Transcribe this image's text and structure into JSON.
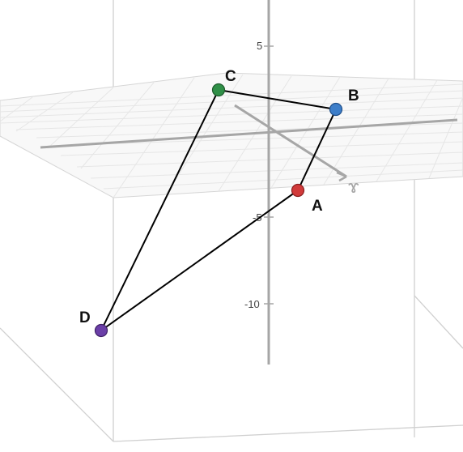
{
  "view": {
    "tick_labels": {
      "z_pos5": "5",
      "z_neg5": "-5",
      "z_neg10": "-10"
    },
    "points": {
      "A": {
        "label": "A",
        "color": "#d13a3a"
      },
      "B": {
        "label": "B",
        "color": "#3d7ec9"
      },
      "C": {
        "label": "C",
        "color": "#2f8f47"
      },
      "D": {
        "label": "D",
        "color": "#6b3fa8"
      }
    },
    "colors": {
      "grid_plane": "#e6e6e6",
      "box_edges": "#d0d0d0",
      "axes": "#a6a6a6",
      "segments": "#000000"
    },
    "segments": [
      "A-B",
      "B-C",
      "C-D",
      "D-A"
    ]
  }
}
